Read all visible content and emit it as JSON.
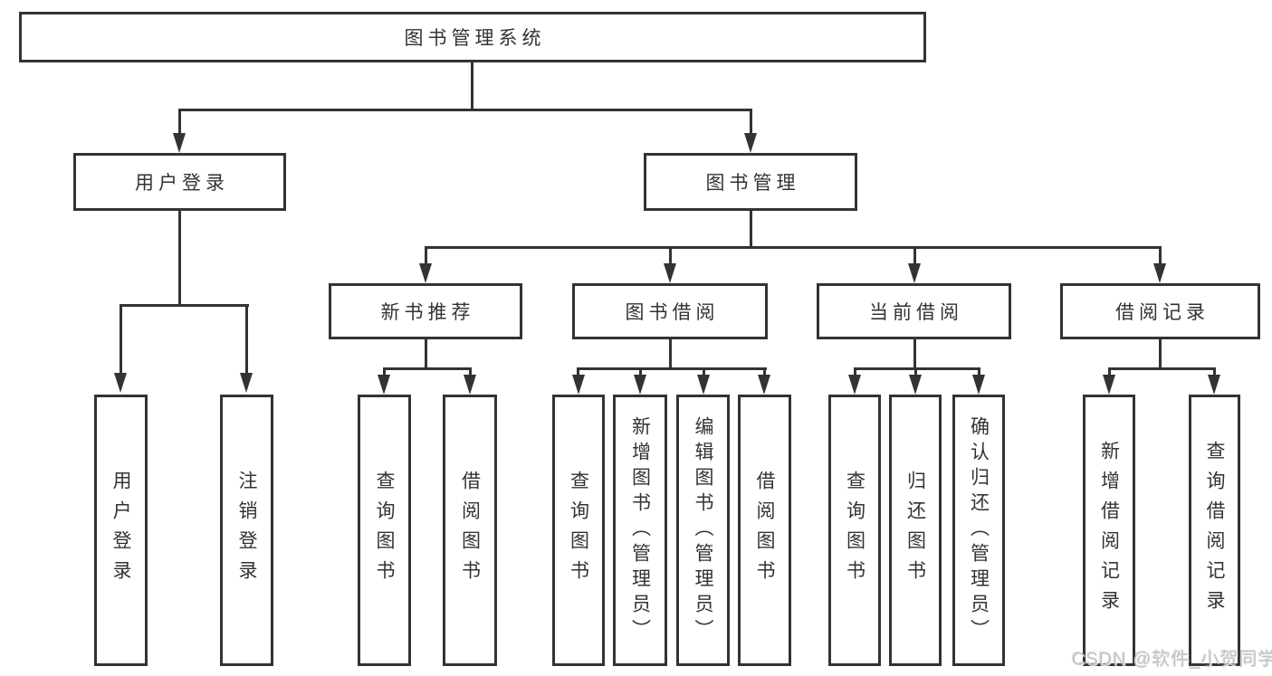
{
  "tree": {
    "root": "图书管理系统",
    "nodes": {
      "userLogin": "用户登录",
      "bookMgmt": "图书管理",
      "newBook": "新书推荐",
      "bookBorrow": "图书借阅",
      "currentBorrow": "当前借阅",
      "borrowRecord": "借阅记录"
    },
    "leaves": {
      "userLogin": [
        "用户登录",
        "注销登录"
      ],
      "newBook": [
        "查询图书",
        "借阅图书"
      ],
      "bookBorrow": [
        "查询图书",
        "新增图书（管理员）",
        "编辑图书（管理员）",
        "借阅图书"
      ],
      "currentBorrow": [
        "查询图书",
        "归还图书",
        "确认归还（管理员）"
      ],
      "borrowRecord": [
        "新增借阅记录",
        "查询借阅记录"
      ]
    }
  },
  "watermark": {
    "text": "CSDN @软件_小贺同学"
  },
  "colors": {
    "line": "#333333",
    "text": "#333333",
    "background": "#ffffff",
    "watermark": "#c0c5ca"
  }
}
